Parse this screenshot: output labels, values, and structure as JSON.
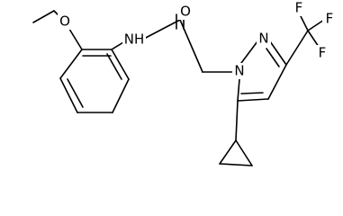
{
  "structure": {
    "atoms": {
      "O_ether": "O",
      "N_amide": "NH",
      "O_carbonyl": "O",
      "N1_pyrazole": "N",
      "N2_pyrazole": "N",
      "F1": "F",
      "F2": "F",
      "F3": "F"
    },
    "colors": {
      "bond": "#000000",
      "label": "#000000",
      "background": "#ffffff"
    }
  }
}
